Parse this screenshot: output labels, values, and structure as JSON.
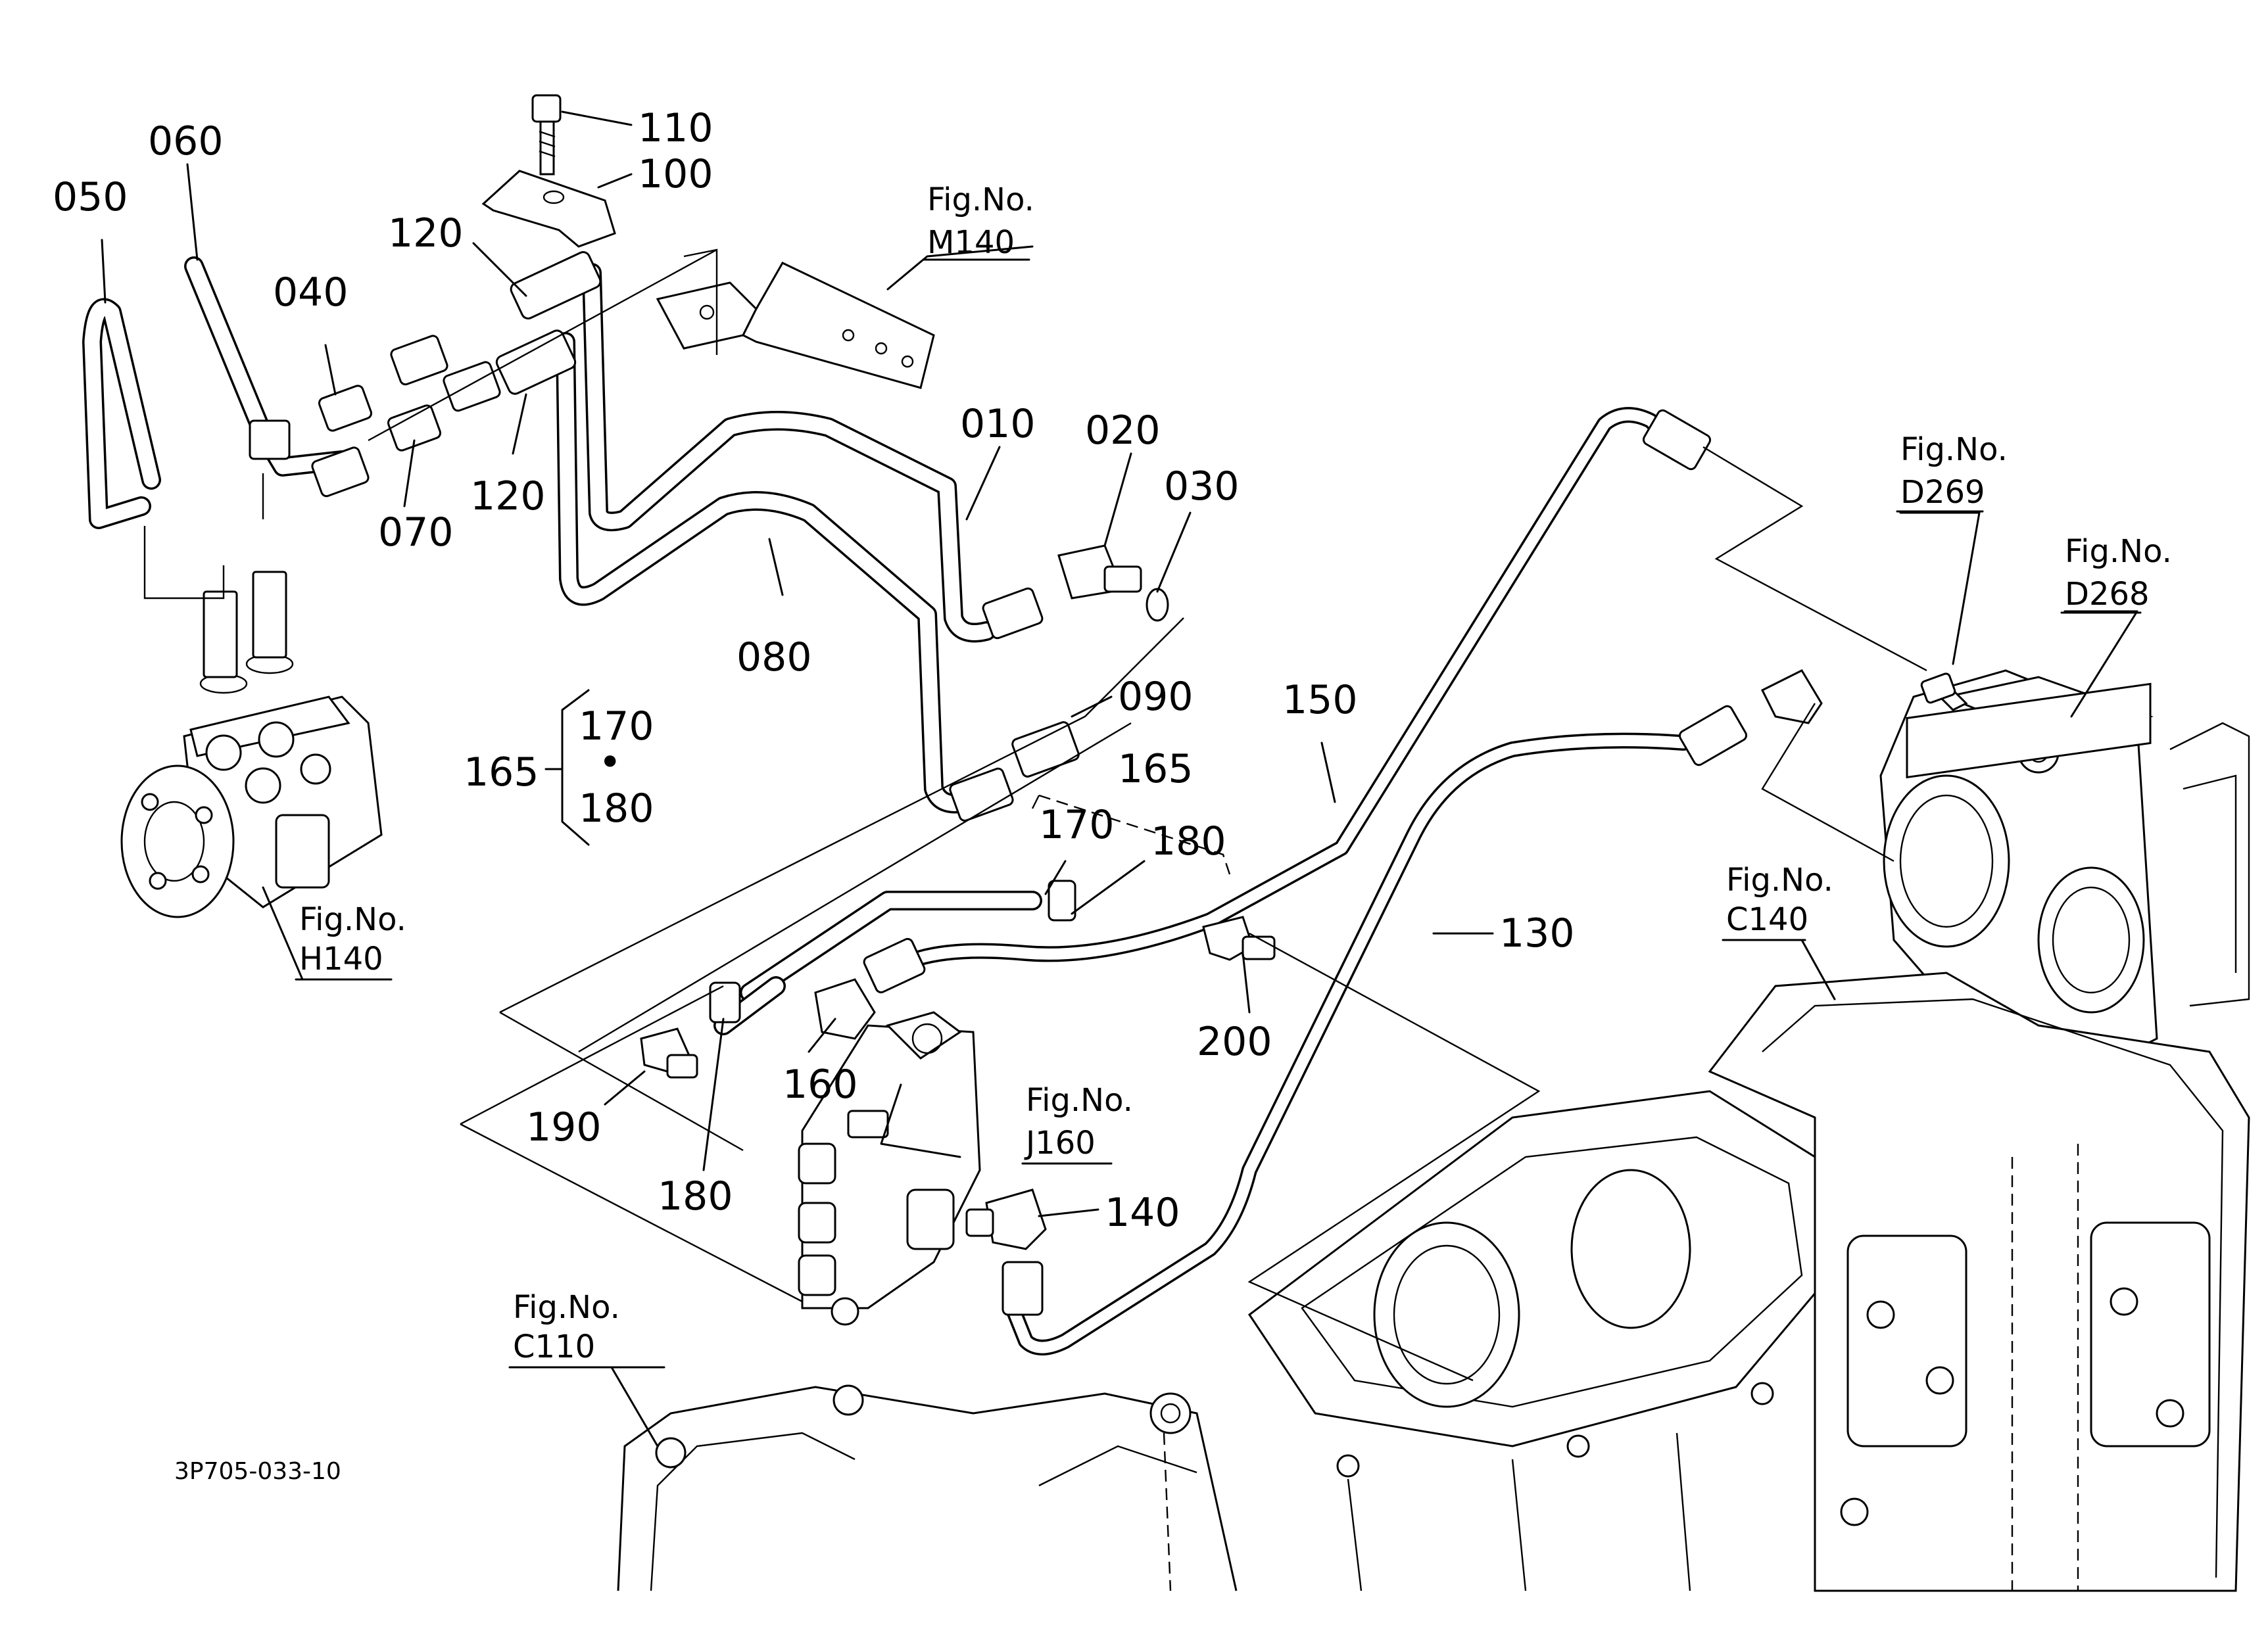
{
  "diagram_code": "3P705-033-10",
  "callouts": {
    "c010": "010",
    "c020": "020",
    "c030": "030",
    "c040": "040",
    "c050": "050",
    "c060": "060",
    "c070": "070",
    "c080": "080",
    "c090": "090",
    "c100": "100",
    "c110": "110",
    "c120a": "120",
    "c120b": "120",
    "c130": "130",
    "c140": "140",
    "c150": "150",
    "c160": "160",
    "c165a": "165",
    "c165b": "165",
    "c170a": "170",
    "c170b": "170",
    "c180a": "180",
    "c180b": "180",
    "c180c": "180",
    "c190": "190",
    "c200": "200",
    "dot": "•"
  },
  "fig_refs": {
    "m140": {
      "label": "Fig.No.",
      "code": "M140"
    },
    "d269": {
      "label": "Fig.No.",
      "code": "D269"
    },
    "d268": {
      "label": "Fig.No.",
      "code": "D268"
    },
    "h140": {
      "label": "Fig.No.",
      "code": "H140"
    },
    "c140": {
      "label": "Fig.No.",
      "code": "C140"
    },
    "j160": {
      "label": "Fig.No.",
      "code": "J160"
    },
    "c110": {
      "label": "Fig.No.",
      "code": "C110"
    }
  }
}
